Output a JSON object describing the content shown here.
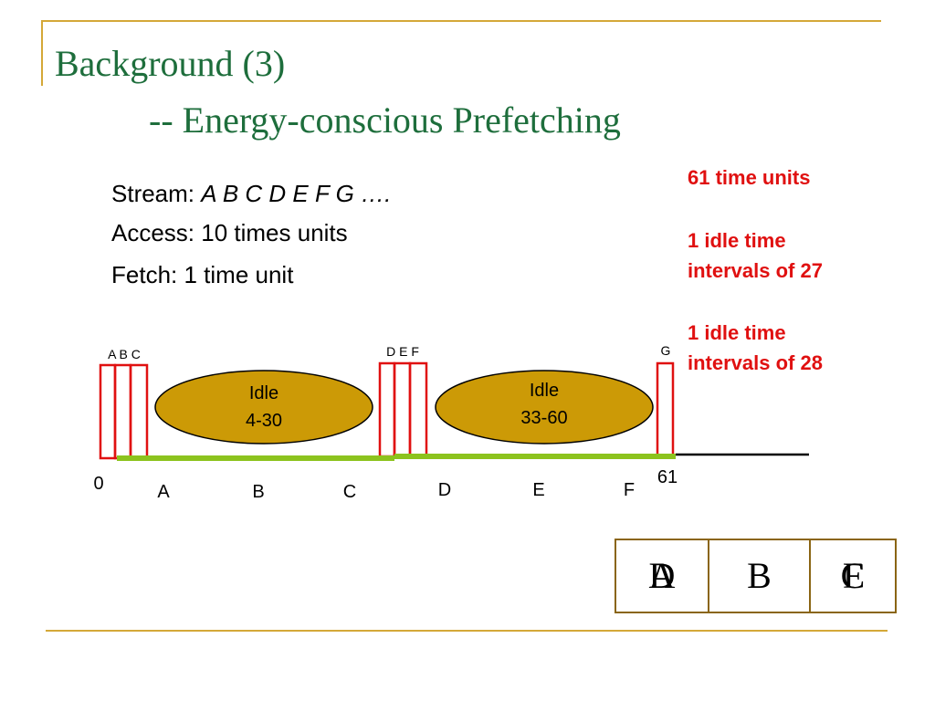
{
  "title": {
    "line1": "Background (3)",
    "line2": "-- Energy-conscious Prefetching"
  },
  "body": {
    "stream_label": "Stream:",
    "stream_value": "A B C D E F G ….",
    "access": "Access: 10 times units",
    "fetch": "Fetch: 1 time unit"
  },
  "notes": [
    "61 time units",
    "1 idle time",
    "intervals of 27",
    "1 idle time",
    "intervals of 28"
  ],
  "diagram": {
    "group_labels": [
      "A B C",
      "D E F",
      "G"
    ],
    "idle_periods": [
      {
        "label": "Idle",
        "range": "4-30"
      },
      {
        "label": "Idle",
        "range": "33-60"
      }
    ],
    "axis_start": "0",
    "axis_end": "61",
    "access_labels": [
      "A",
      "B",
      "C",
      "D",
      "E",
      "F"
    ]
  },
  "cache": {
    "cells": [
      {
        "back": "A",
        "front": "D"
      },
      {
        "back": "",
        "front": "B"
      },
      {
        "back": "C",
        "front": "F"
      }
    ]
  },
  "colors": {
    "title": "#1e6e3c",
    "accent_line": "#d4a838",
    "fetch_bar": "#e01010",
    "access_line": "#8cc31e",
    "idle_fill": "#cc9a06",
    "note_text": "#e01010"
  }
}
